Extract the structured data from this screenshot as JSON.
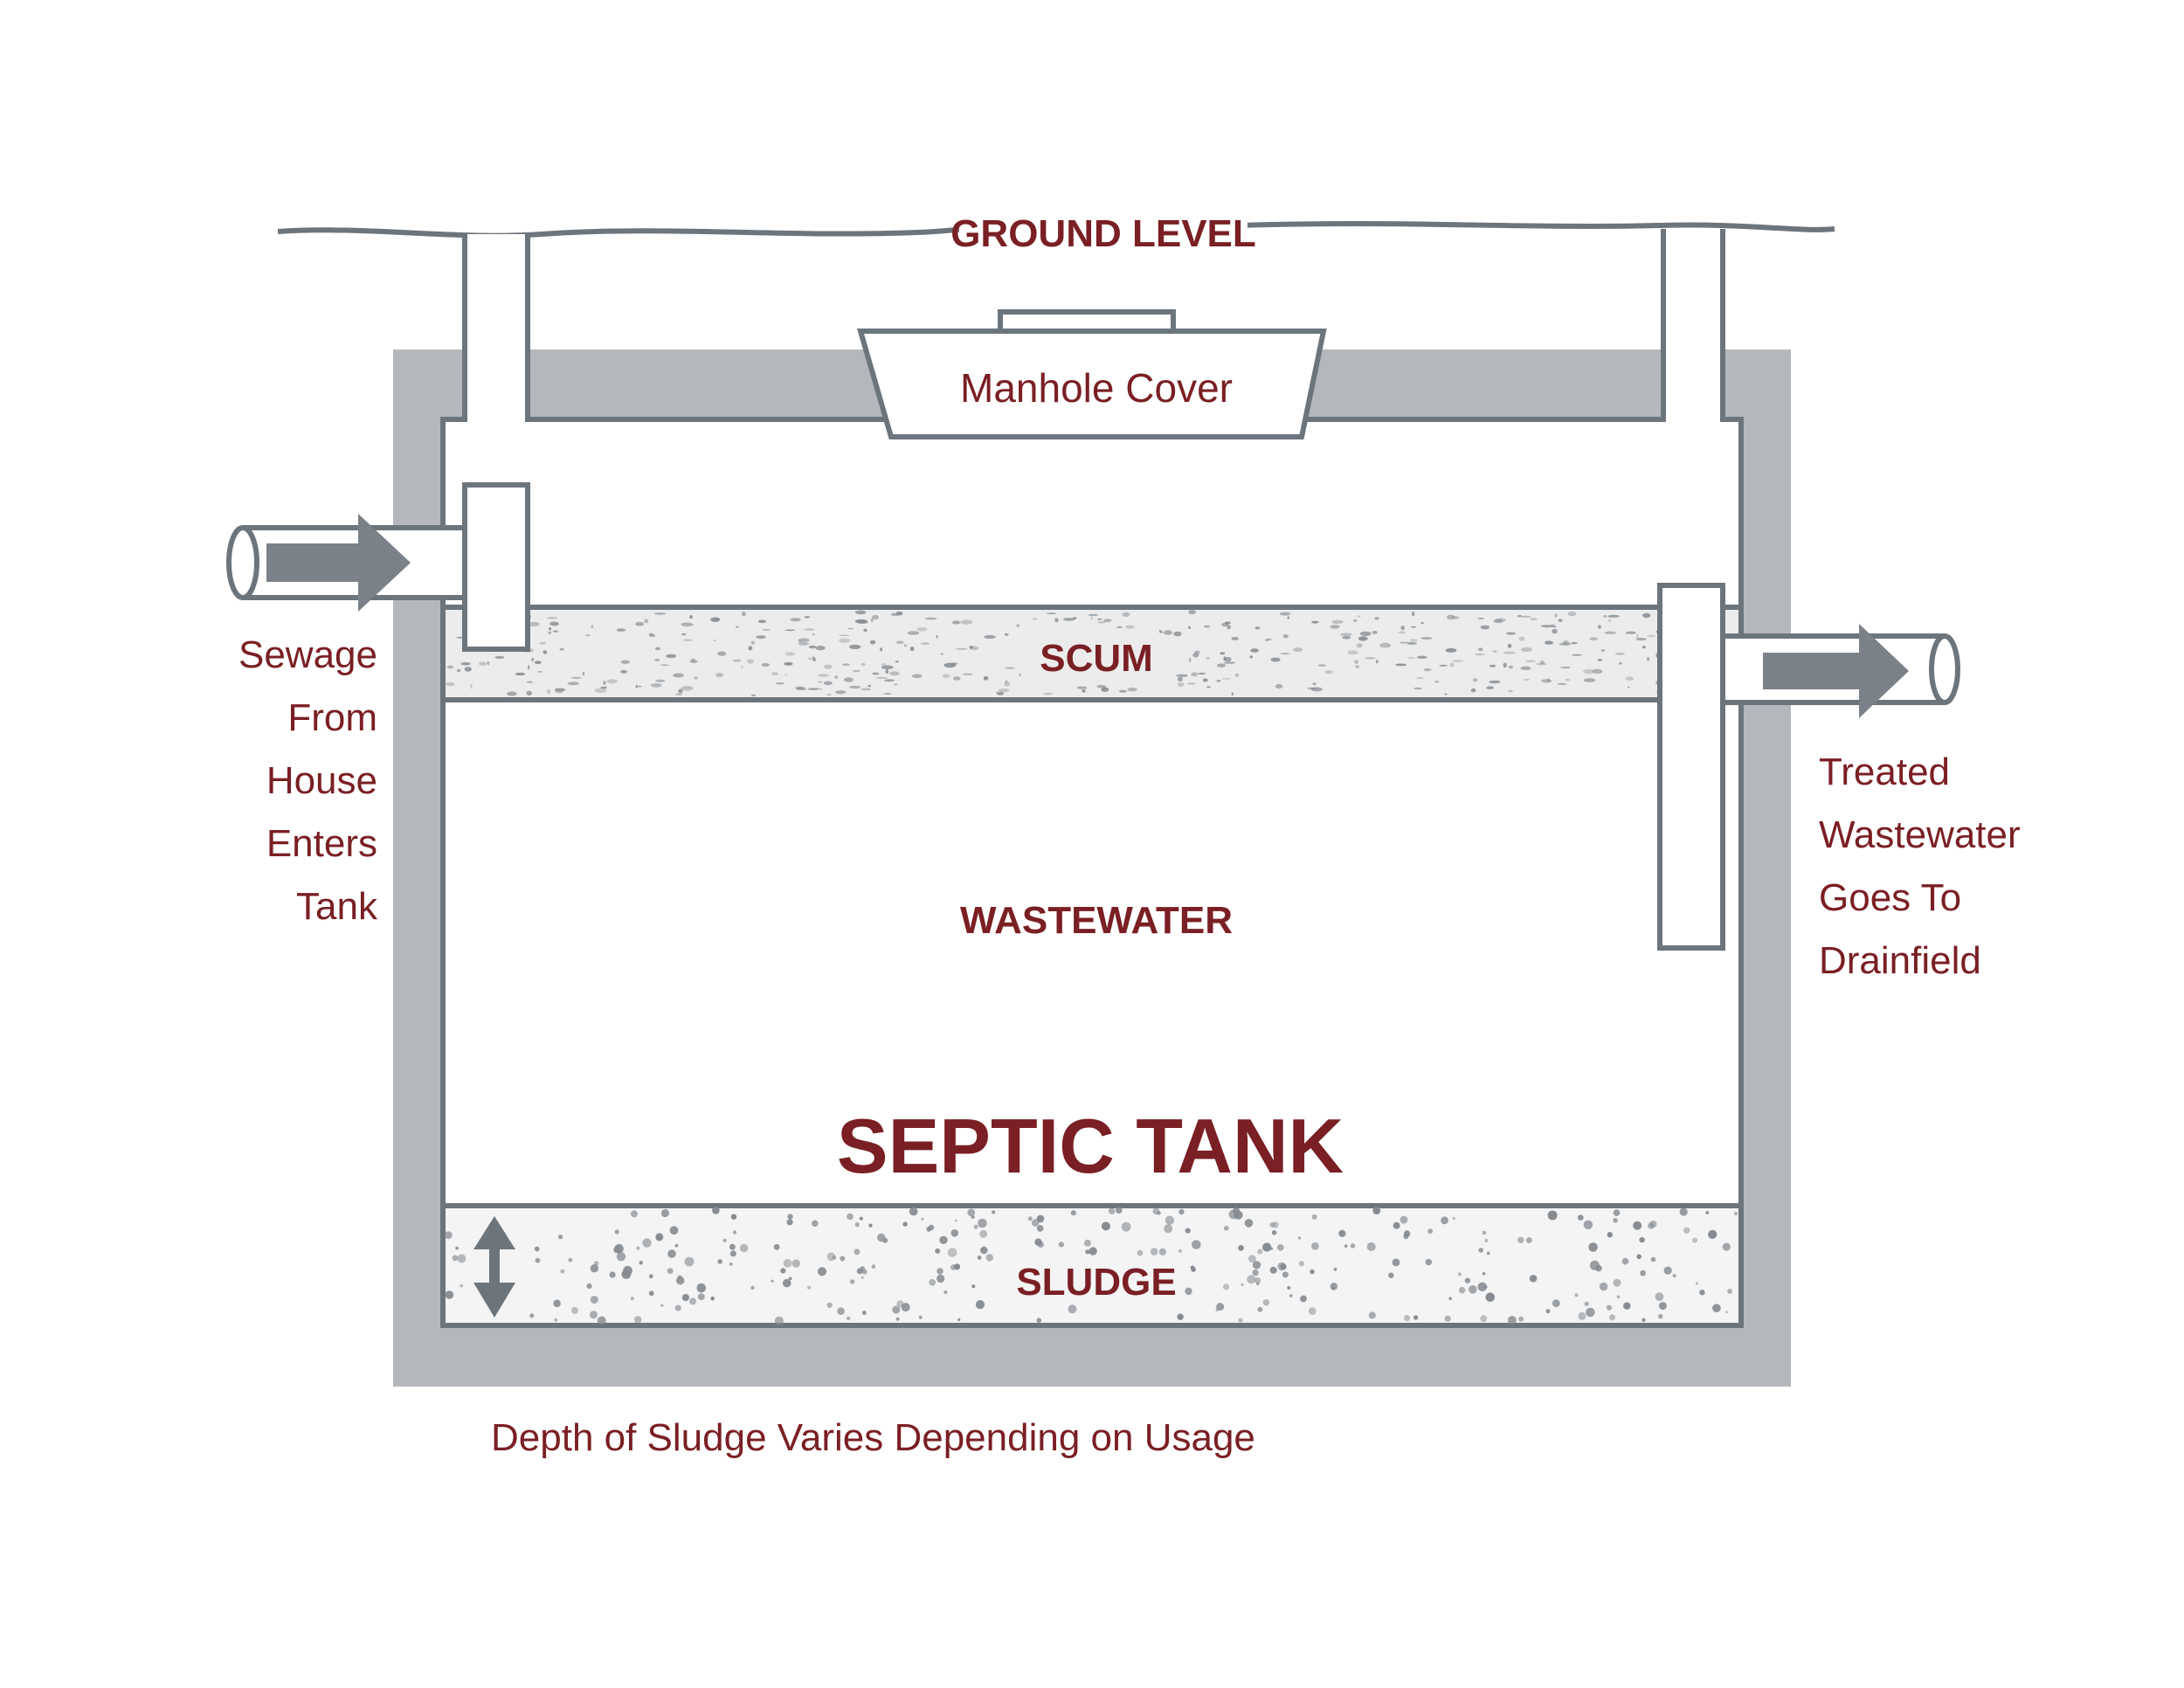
{
  "labels": {
    "ground_level": "GROUND LEVEL",
    "manhole_cover": "Manhole Cover",
    "scum": "SCUM",
    "wastewater": "WASTEWATER",
    "title": "SEPTIC TANK",
    "sludge": "SLUDGE",
    "sludge_depth_note": "Depth of Sludge Varies Depending on Usage",
    "inlet_lines": [
      "Sewage",
      "From",
      "House",
      "Enters",
      "Tank"
    ],
    "outlet_lines": [
      "Treated",
      "Wastewater",
      "Goes To",
      "Drainfield"
    ]
  },
  "colors": {
    "label": "#7a1f24",
    "outline": "#6d757c",
    "concrete": "#b4b8bc",
    "arrow": "#7a8188",
    "speckle": "#858b90"
  },
  "icons": {
    "inlet_arrow": "arrow-right-icon",
    "outlet_arrow": "arrow-right-icon",
    "sludge_depth": "double-arrow-vertical-icon"
  }
}
